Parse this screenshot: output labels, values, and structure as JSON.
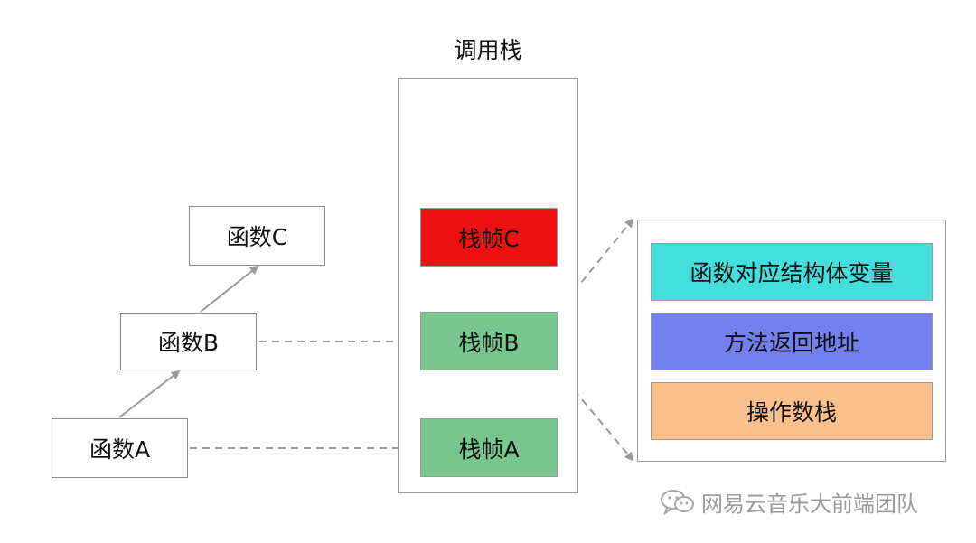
{
  "stack": {
    "title": "调用栈",
    "frames": [
      {
        "label": "栈帧C",
        "color": "#ee1111"
      },
      {
        "label": "栈帧B",
        "color": "#79c68f"
      },
      {
        "label": "栈帧A",
        "color": "#79c68f"
      }
    ]
  },
  "functions": [
    {
      "label": "函数C"
    },
    {
      "label": "函数B"
    },
    {
      "label": "函数A"
    }
  ],
  "frame_detail": [
    {
      "label": "函数对应结构体变量",
      "color": "#44dedd"
    },
    {
      "label": "方法返回地址",
      "color": "#7381f0"
    },
    {
      "label": "操作数栈",
      "color": "#fcc08c"
    }
  ],
  "watermark": {
    "text": "网易云音乐大前端团队",
    "icon": "wechat-icon"
  }
}
